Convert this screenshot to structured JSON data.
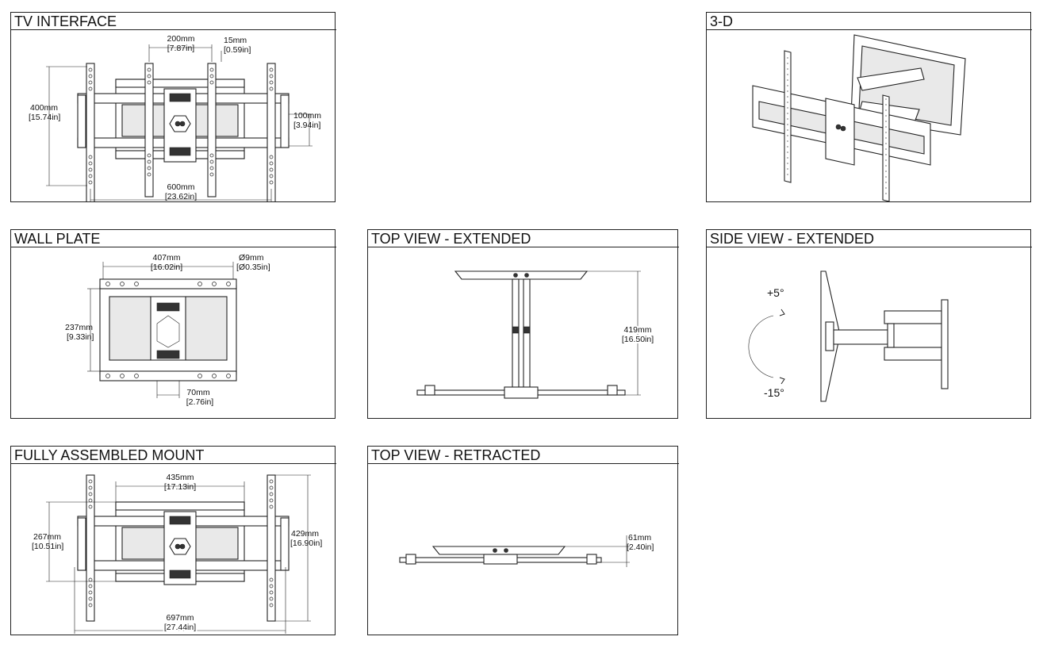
{
  "panels": {
    "tv_interface": {
      "title": "TV INTERFACE",
      "dims": {
        "width_mm": "200mm",
        "width_in": "[7.87in]",
        "gap_mm": "15mm",
        "gap_in": "[0.59in]",
        "height_mm": "400mm",
        "height_in": "[15.74in]",
        "vert_mm": "100mm",
        "vert_in": "[3.94in]",
        "total_mm": "600mm",
        "total_in": "[23.62in]"
      }
    },
    "three_d": {
      "title": "3-D"
    },
    "wall_plate": {
      "title": "WALL PLATE",
      "dims": {
        "width_mm": "407mm",
        "width_in": "[16.02in]",
        "hole_mm": "Ø9mm",
        "hole_in": "[Ø0.35in]",
        "height_mm": "237mm",
        "height_in": "[9.33in]",
        "slot_mm": "70mm",
        "slot_in": "[2.76in]"
      }
    },
    "top_extended": {
      "title": "TOP VIEW - EXTENDED",
      "dims": {
        "depth_mm": "419mm",
        "depth_in": "[16.50in]"
      }
    },
    "side_extended": {
      "title": "SIDE VIEW - EXTENDED",
      "angles": {
        "up": "+5°",
        "down": "-15°"
      }
    },
    "fully_assembled": {
      "title": "FULLY ASSEMBLED MOUNT",
      "dims": {
        "width_mm": "435mm",
        "width_in": "[17.13in]",
        "height_mm": "267mm",
        "height_in": "[10.51in]",
        "tall_mm": "429mm",
        "tall_in": "[16.90in]",
        "total_mm": "697mm",
        "total_in": "[27.44in]"
      }
    },
    "top_retracted": {
      "title": "TOP VIEW - RETRACTED",
      "dims": {
        "depth_mm": "61mm",
        "depth_in": "[2.40in]"
      }
    }
  }
}
